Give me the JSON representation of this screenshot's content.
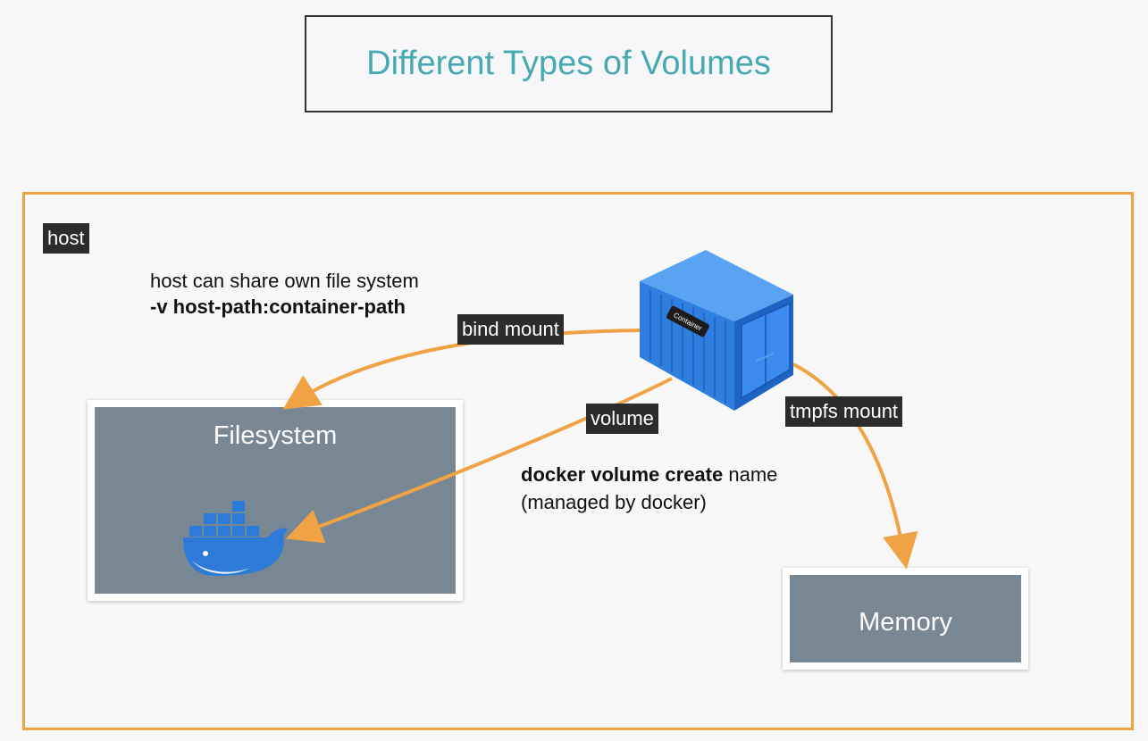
{
  "title": "Different Types of Volumes",
  "host_label": "host",
  "host_share_text": "host can share own file system",
  "bind_command": "-v host-path:container-path",
  "bind_mount_label": "bind mount",
  "volume_label": "volume",
  "tmpfs_label": "tmpfs mount",
  "volume_command_bold": "docker volume create",
  "volume_command_rest": " name",
  "volume_managed_note": "(managed by docker)",
  "filesystem_label": "Filesystem",
  "memory_label": "Memory",
  "container_tag_text": "Container",
  "colors": {
    "accent_orange": "#f0a345",
    "title_teal": "#46aab2",
    "panel_grey": "#788794",
    "tag_dark": "#2c2c2c",
    "container_blue": "#2f7fe0",
    "docker_blue": "#2d7ad8"
  },
  "icons": [
    "container-icon",
    "docker-whale-icon"
  ]
}
